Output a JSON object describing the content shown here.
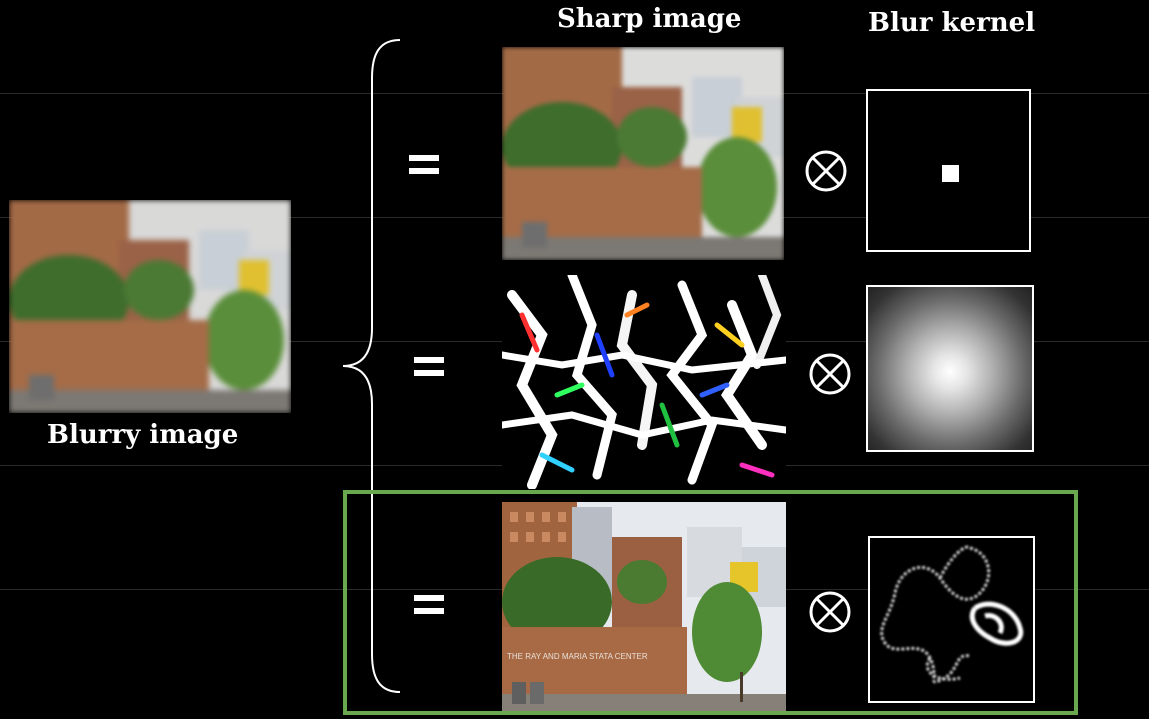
{
  "labels": {
    "sharp_image": "Sharp image",
    "blur_kernel": "Blur kernel",
    "blurry_image": "Blurry image",
    "building_sign": "THE RAY AND MARIA STATA CENTER"
  },
  "rows": [
    {
      "equals": "=",
      "operator": "⊗"
    },
    {
      "equals": "=",
      "operator": "⊗"
    },
    {
      "equals": "=",
      "operator": "⊗"
    }
  ],
  "colors": {
    "background": "#000000",
    "highlight": "#6aa84f",
    "text": "#ffffff"
  },
  "icons": [
    "convolution-operator-icon",
    "equals-sign-icon",
    "brace-icon"
  ]
}
